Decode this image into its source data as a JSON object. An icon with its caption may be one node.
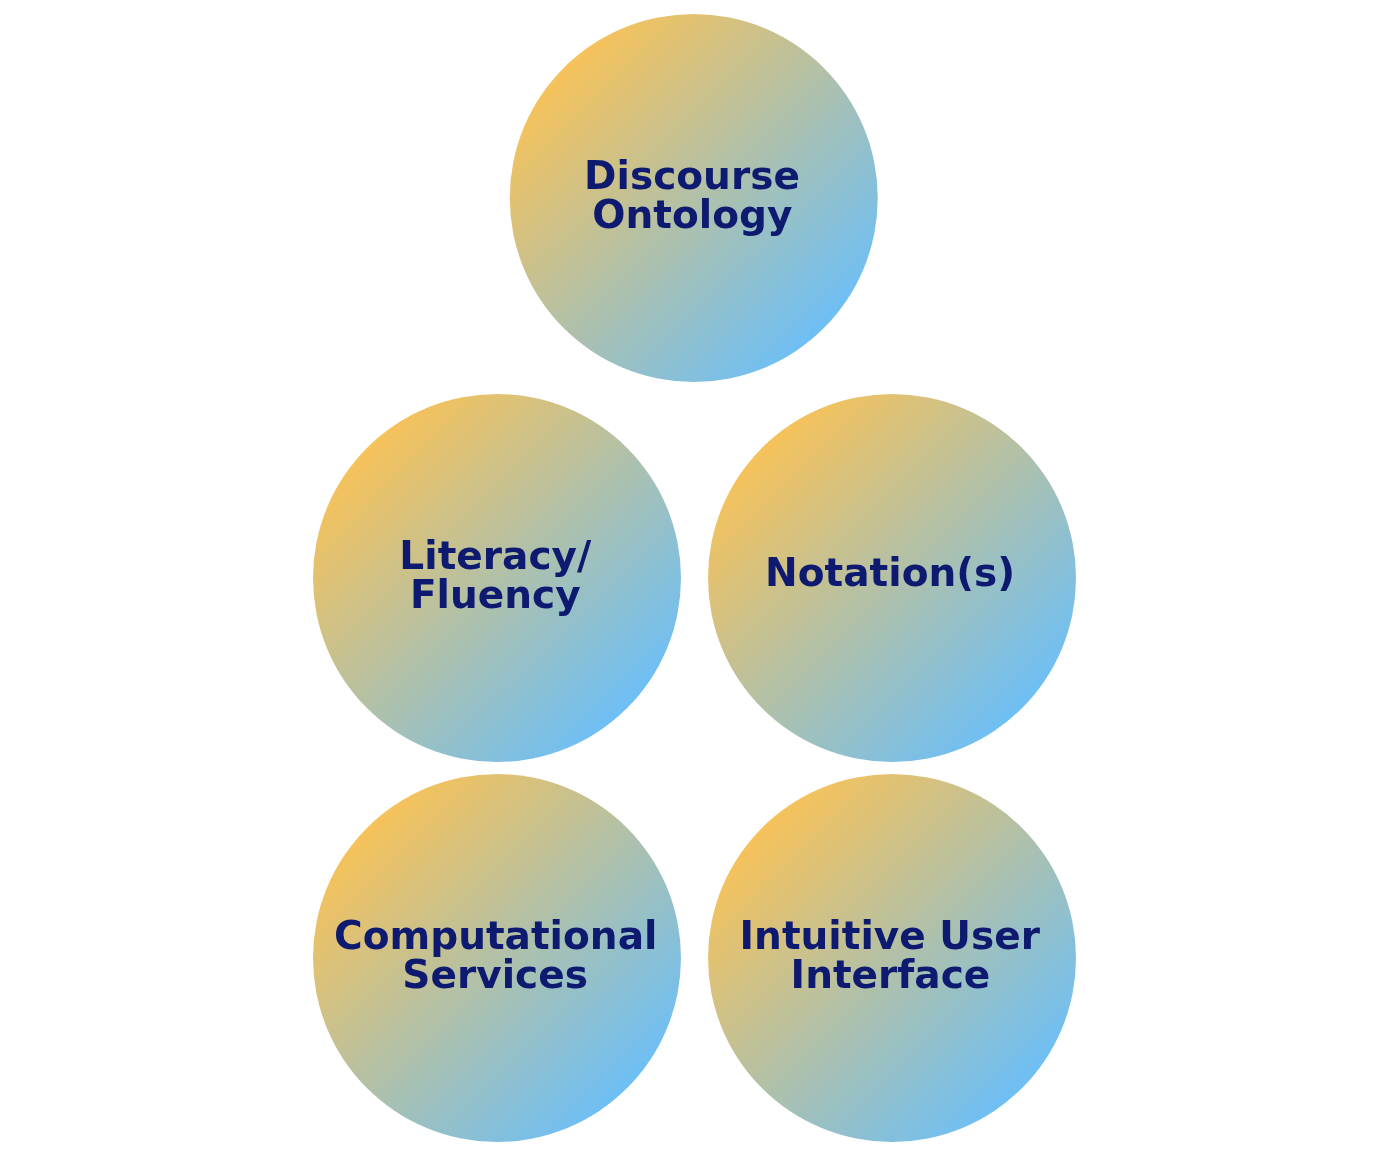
{
  "diagram": {
    "nodes": [
      {
        "text": [
          "Discourse Ontology"
        ]
      },
      {
        "text": [
          "Literacy/ Fluency"
        ]
      },
      {
        "text": [
          "Notation(s)"
        ]
      },
      {
        "text": [
          "Computational Services"
        ]
      },
      {
        "text": [
          "Intuitive User Interface"
        ]
      }
    ]
  }
}
